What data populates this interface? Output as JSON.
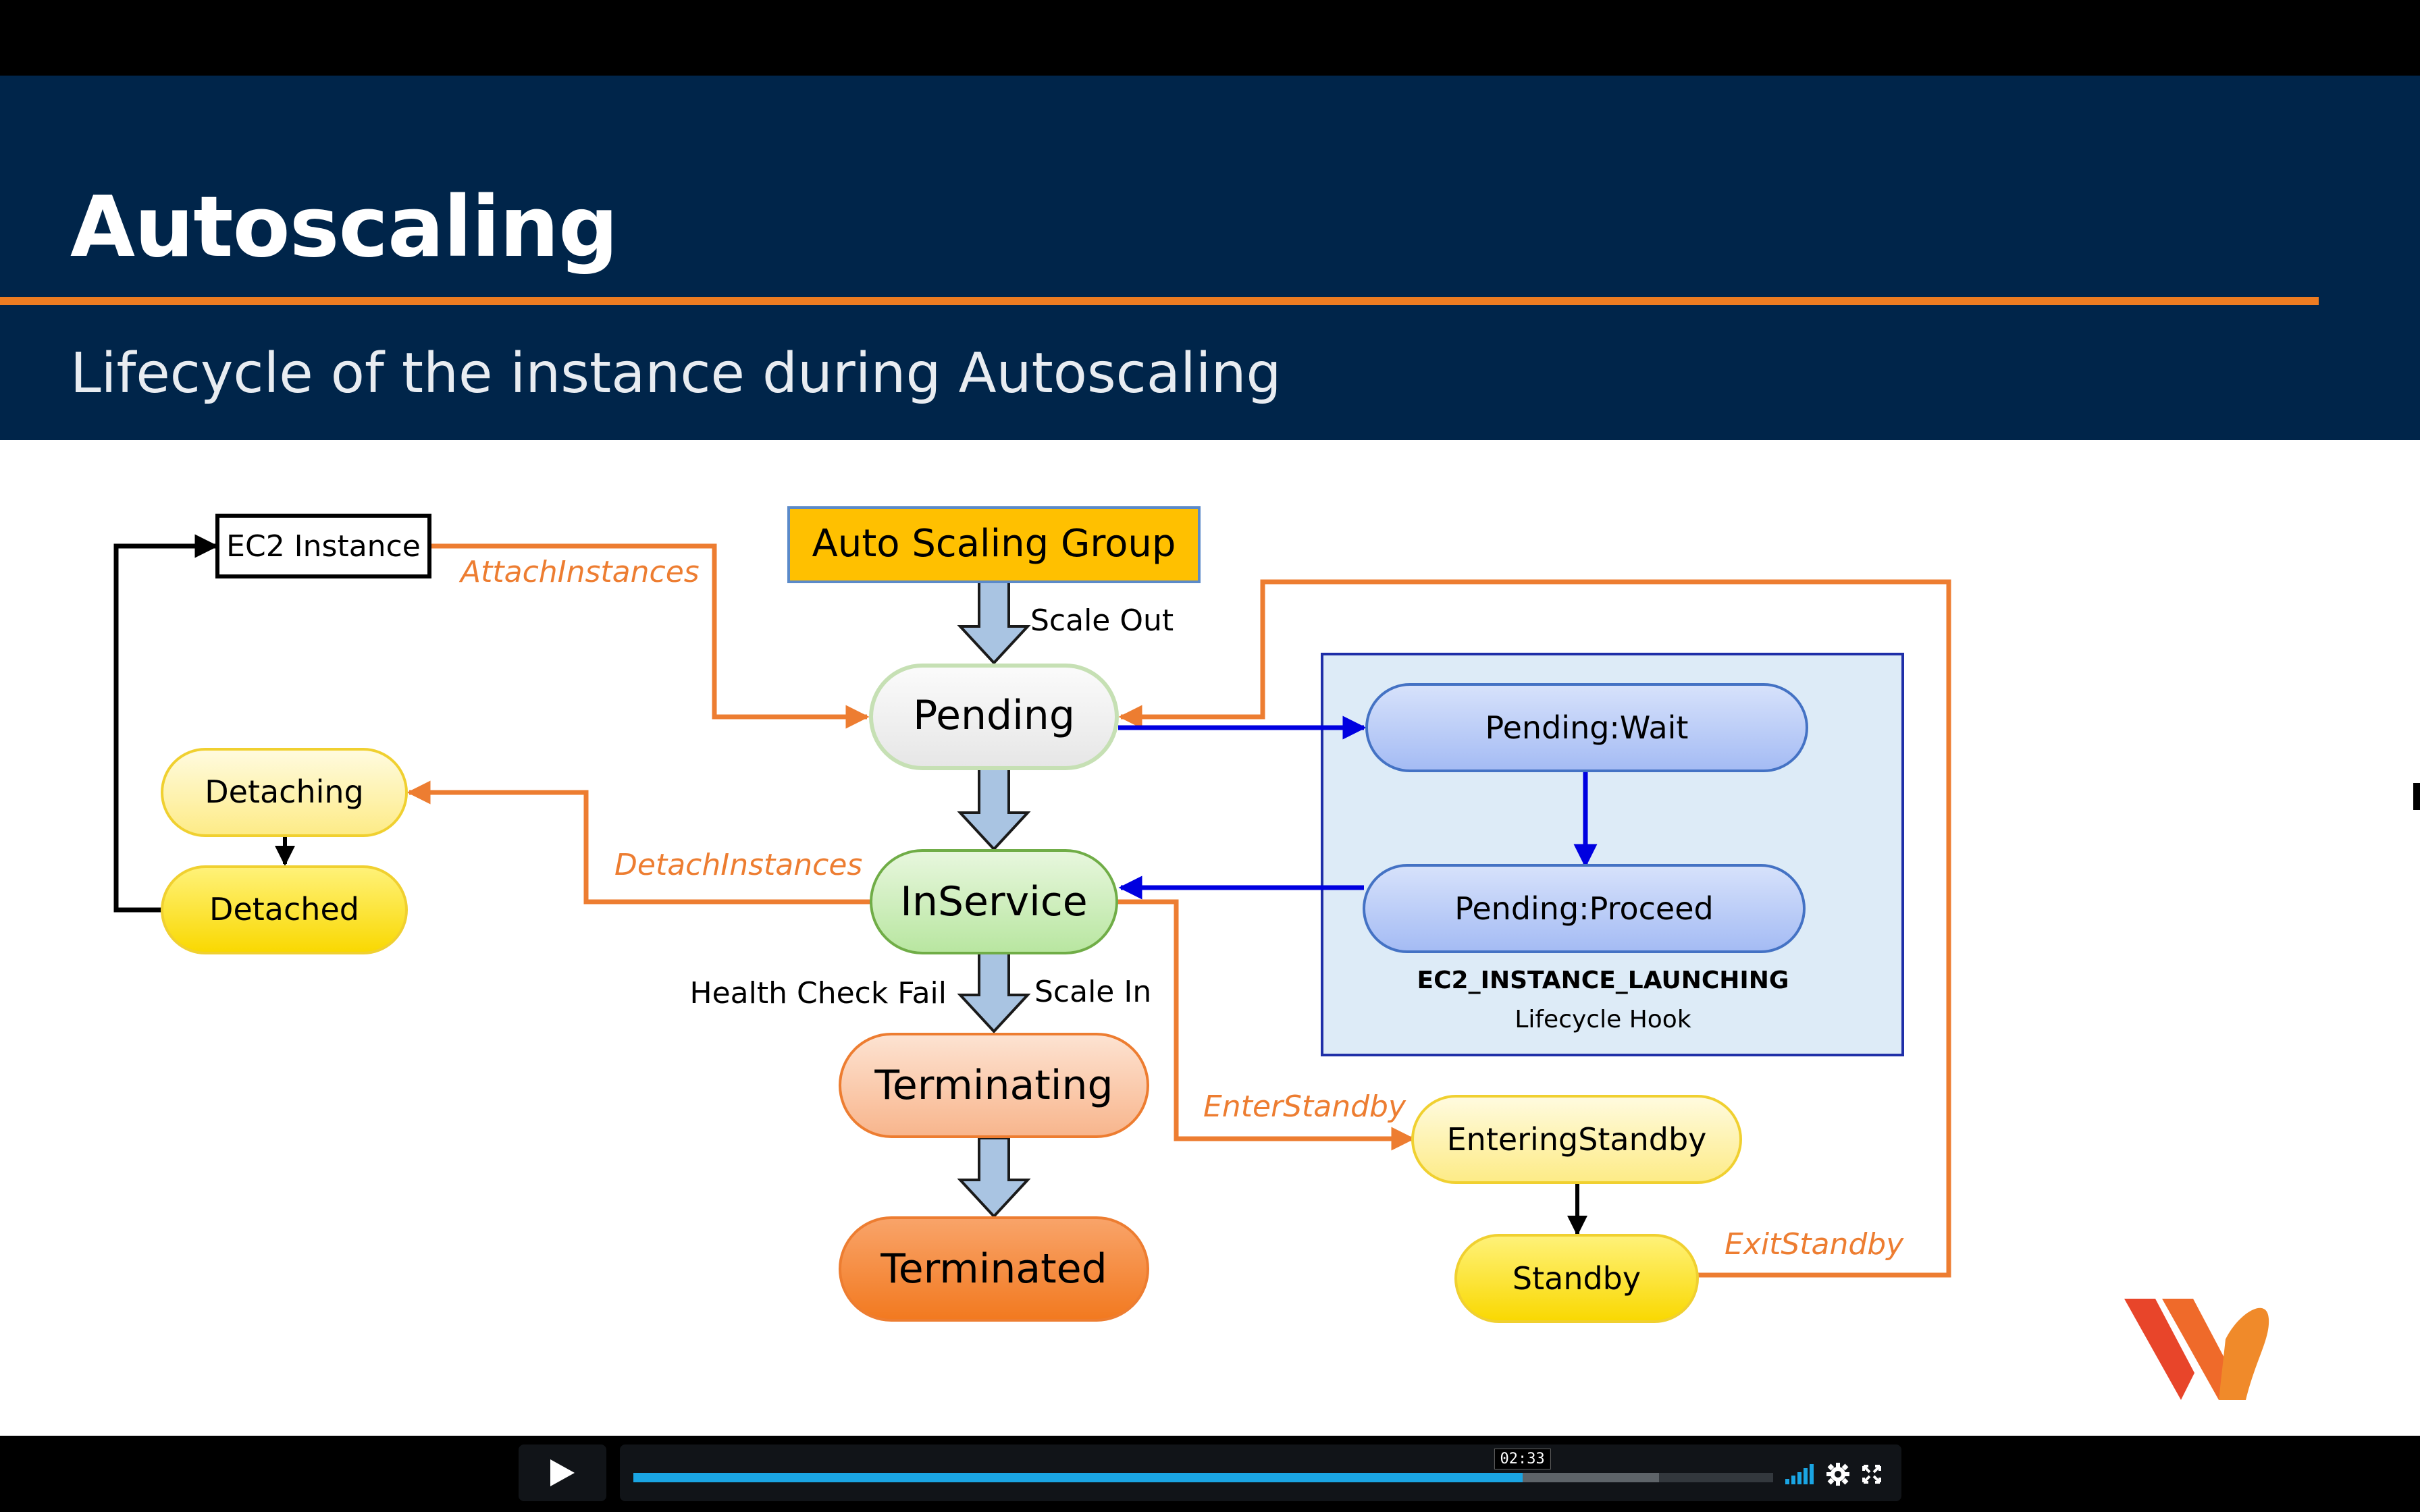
{
  "header": {
    "title": "Autoscaling",
    "subtitle": "Lifecycle of the instance during Autoscaling"
  },
  "diagram": {
    "nodes": {
      "ec2_instance": "EC2 Instance",
      "auto_scaling_group": "Auto Scaling Group",
      "pending": "Pending",
      "inservice": "InService",
      "terminating": "Terminating",
      "terminated": "Terminated",
      "detaching": "Detaching",
      "detached": "Detached",
      "pending_wait": "Pending:Wait",
      "pending_proceed": "Pending:Proceed",
      "entering_standby": "EnteringStandby",
      "standby": "Standby"
    },
    "labels": {
      "attach_instances": "AttachInstances",
      "detach_instances": "DetachInstances",
      "enter_standby": "EnterStandby",
      "exit_standby": "ExitStandby",
      "scale_out": "Scale Out",
      "scale_in": "Scale In",
      "health_check_fail": "Health Check Fail",
      "hook_name": "EC2_INSTANCE_LAUNCHING",
      "hook_caption": "Lifecycle Hook"
    },
    "colors": {
      "orange_line": "#ED7D31",
      "blue_line": "#0000E0",
      "arrow_fill": "#A9C4E2",
      "hook_box": "#DDEBF7"
    }
  },
  "player": {
    "current_time": "02:33",
    "progress": 0.78,
    "buffered": 0.9,
    "icons": [
      "play-icon",
      "volume-icon",
      "gear-icon",
      "fullscreen-icon"
    ]
  }
}
